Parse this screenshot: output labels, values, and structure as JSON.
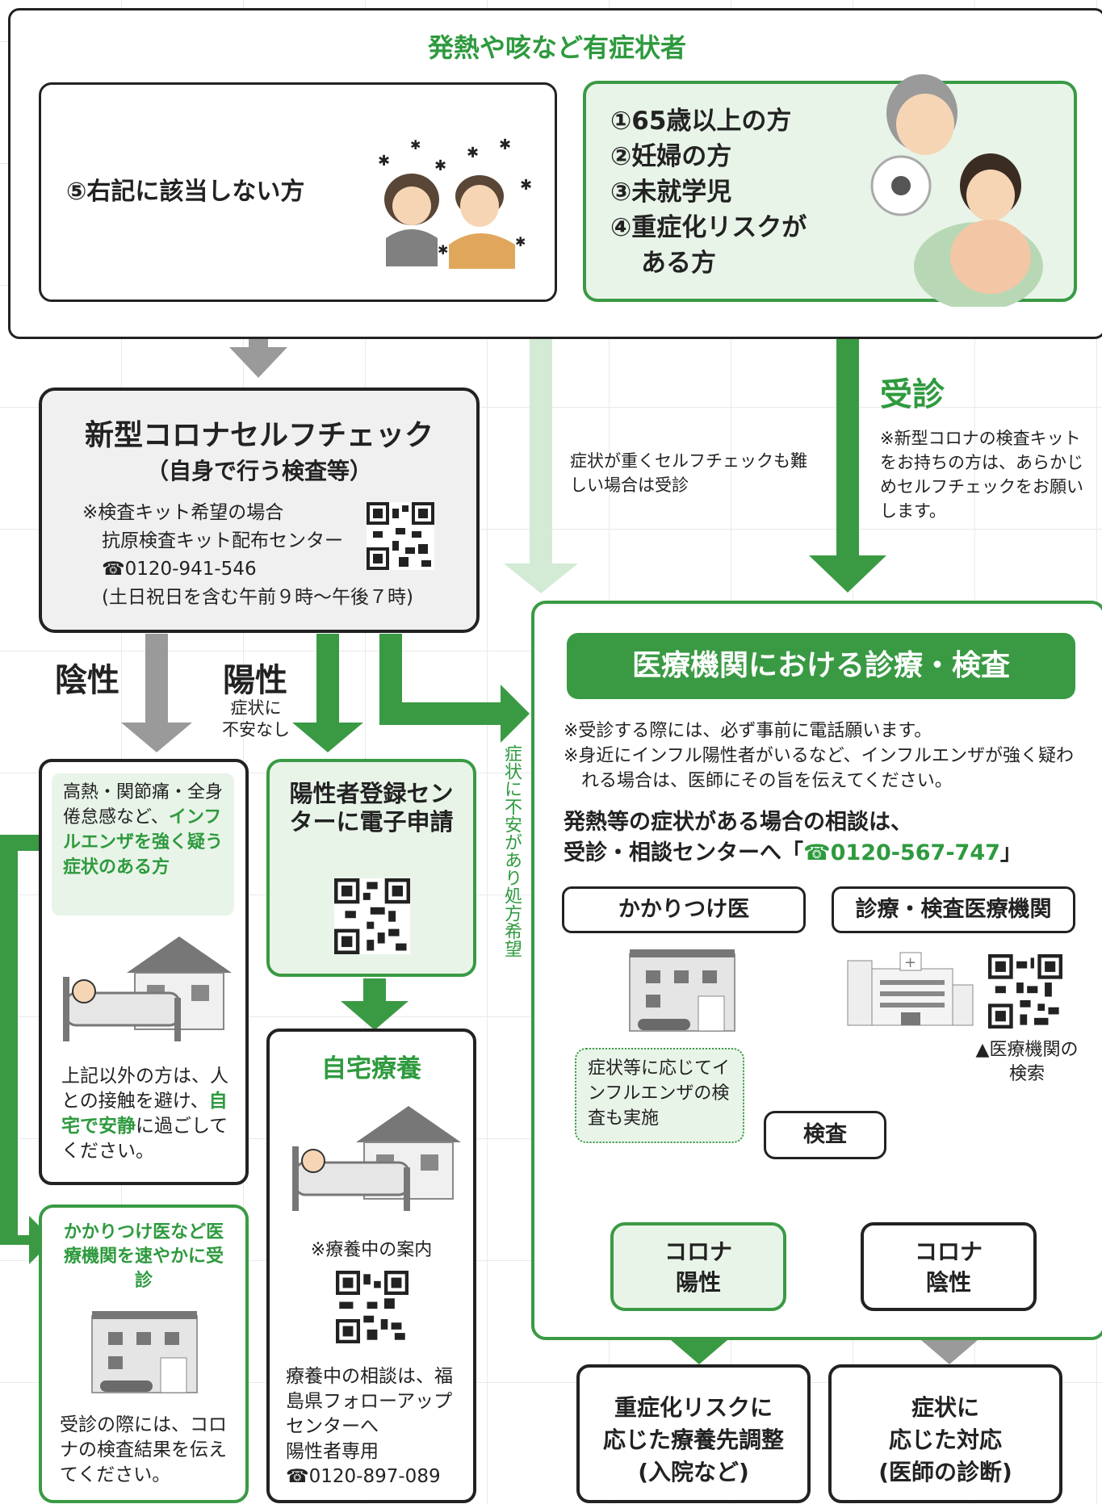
{
  "header": {
    "title": "発熱や咳など有症状者"
  },
  "group5": {
    "label": "⑤右記に該当しない方"
  },
  "groups14": {
    "lines": [
      "①65歳以上の方",
      "②妊婦の方",
      "③未就学児",
      "④重症化リスクが",
      "ある方"
    ]
  },
  "jushin": {
    "title": "受診",
    "note": "※新型コロナの検査キットをお持ちの方は、あらかじめセルフチェックをお願いします。"
  },
  "heavy_note": "症状が重くセルフチェックも難しい場合は受診",
  "selfcheck": {
    "title": "新型コロナセルフチェック",
    "subtitle": "（自身で行う検査等）",
    "line1": "※検査キット希望の場合",
    "line2": "抗原検査キット配布センター",
    "line3": "☎0120-941-546",
    "line4": "(土日祝日を含む午前９時～午後７時)"
  },
  "negative": {
    "label": "陰性"
  },
  "positive": {
    "label": "陽性",
    "sub1": "症状に",
    "sub2": "不安なし"
  },
  "vertical_label": "症状に不安があり処方希望",
  "flu_suspect": {
    "p1": "高熱・関節痛・全身倦怠感など、",
    "p2": "インフルエンザを強く疑う症状のある方",
    "rest_a": "上記以外の方は、人との接触を避け、",
    "rest_b": "自宅で安静",
    "rest_c": "に過ごしてください。"
  },
  "clinic_quick": {
    "title": "かかりつけ医など医療機関を速やかに受診",
    "note": "受診の際には、コロナの検査結果を伝えてください。"
  },
  "register": {
    "title": "陽性者登録センターに電子申請"
  },
  "home_care": {
    "title": "自宅療養",
    "guide": "※療養中の案内",
    "consult": "療養中の相談は、福島県フォローアップセンターへ",
    "line2": "陽性者専用",
    "tel": "☎0120-897-089"
  },
  "medical": {
    "title": "医療機関における診療・検査",
    "note1": "※受診する際には、必ず事前に電話願います。",
    "note2": "※身近にインフル陽性者がいるなど、インフルエンザが強く疑われる場合は、医師にその旨を伝えてください。",
    "consult1": "発熱等の症状がある場合の相談は、",
    "consult2_a": "受診・相談センターへ「",
    "consult2_tel": "☎0120-567-747",
    "consult2_b": "」",
    "kakaritsuke": "かかりつけ医",
    "shinryo": "診療・検査医療機関",
    "search": "▲医療機関の検索",
    "flu_test": "症状等に応じてインフルエンザの検査も実施",
    "test": "検査",
    "corona_pos": "コロナ陽性",
    "corona_neg": "コロナ陰性"
  },
  "outcome_pos": {
    "l1": "重症化リスクに",
    "l2": "応じた療養先調整",
    "l3": "(入院など)"
  },
  "outcome_neg": {
    "l1": "症状に",
    "l2": "応じた対応",
    "l3": "(医師の診断)"
  },
  "colors": {
    "green": "#3a9a44",
    "light_green": "#e9f4e9",
    "gray": "#9a9a9a",
    "pale_green": "#d3ead4"
  }
}
